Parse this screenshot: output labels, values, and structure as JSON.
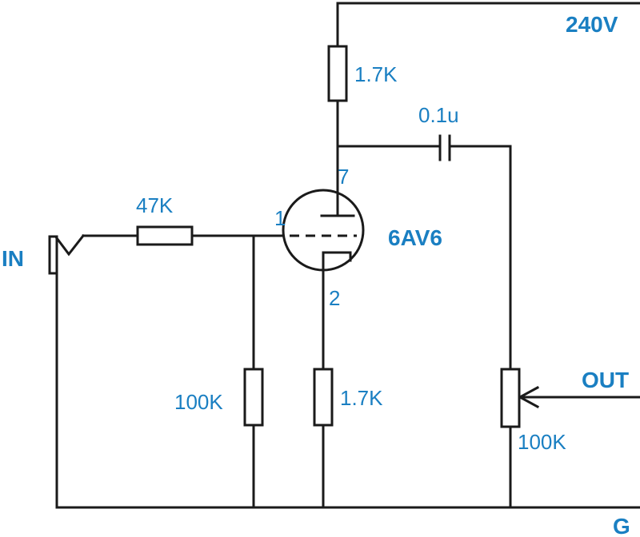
{
  "colors": {
    "label": "#1a7fc2",
    "wire": "#1a1a1a",
    "background": "#ffffff"
  },
  "labels": {
    "supply": "240V",
    "input": "IN",
    "output": "OUT",
    "ground": "G",
    "tube": "6AV6",
    "pin_grid": "1",
    "pin_cathode": "2",
    "pin_plate": "7"
  },
  "components": {
    "r_plate": "1.7K",
    "r_input": "47K",
    "r_grid": "100K",
    "r_cathode": "1.7K",
    "c_coupling": "0.1u",
    "pot_volume": "100K"
  }
}
